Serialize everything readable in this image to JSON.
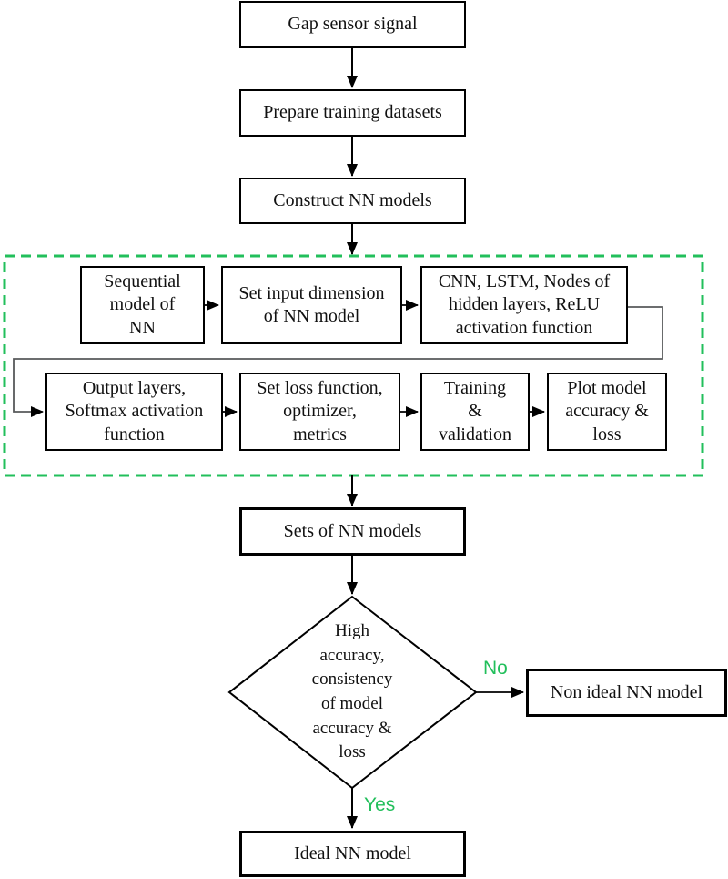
{
  "nodes": {
    "gap_sensor": "Gap sensor signal",
    "prepare": "Prepare training datasets",
    "construct": "Construct NN models",
    "sequential": "Sequential\nmodel of\nNN",
    "set_input": "Set input dimension\nof NN model",
    "cnn_lstm": "CNN, LSTM, Nodes of\nhidden layers, ReLU\nactivation function",
    "output_layers": "Output layers,\nSoftmax activation\nfunction",
    "set_loss": "Set loss function,\noptimizer,\nmetrics",
    "training": "Training\n&\nvalidation",
    "plot_model": "Plot model\naccuracy &\nloss",
    "sets_nn": "Sets of NN models",
    "decision": "High\naccuracy,\nconsistency\nof model\naccuracy &\nloss",
    "non_ideal": "Non ideal NN model",
    "ideal": "Ideal NN model"
  },
  "branch_labels": {
    "no": "No",
    "yes": "Yes"
  },
  "colors": {
    "green": "#22bf5b",
    "box_border": "#000000",
    "connector_gray": "#58595b"
  }
}
